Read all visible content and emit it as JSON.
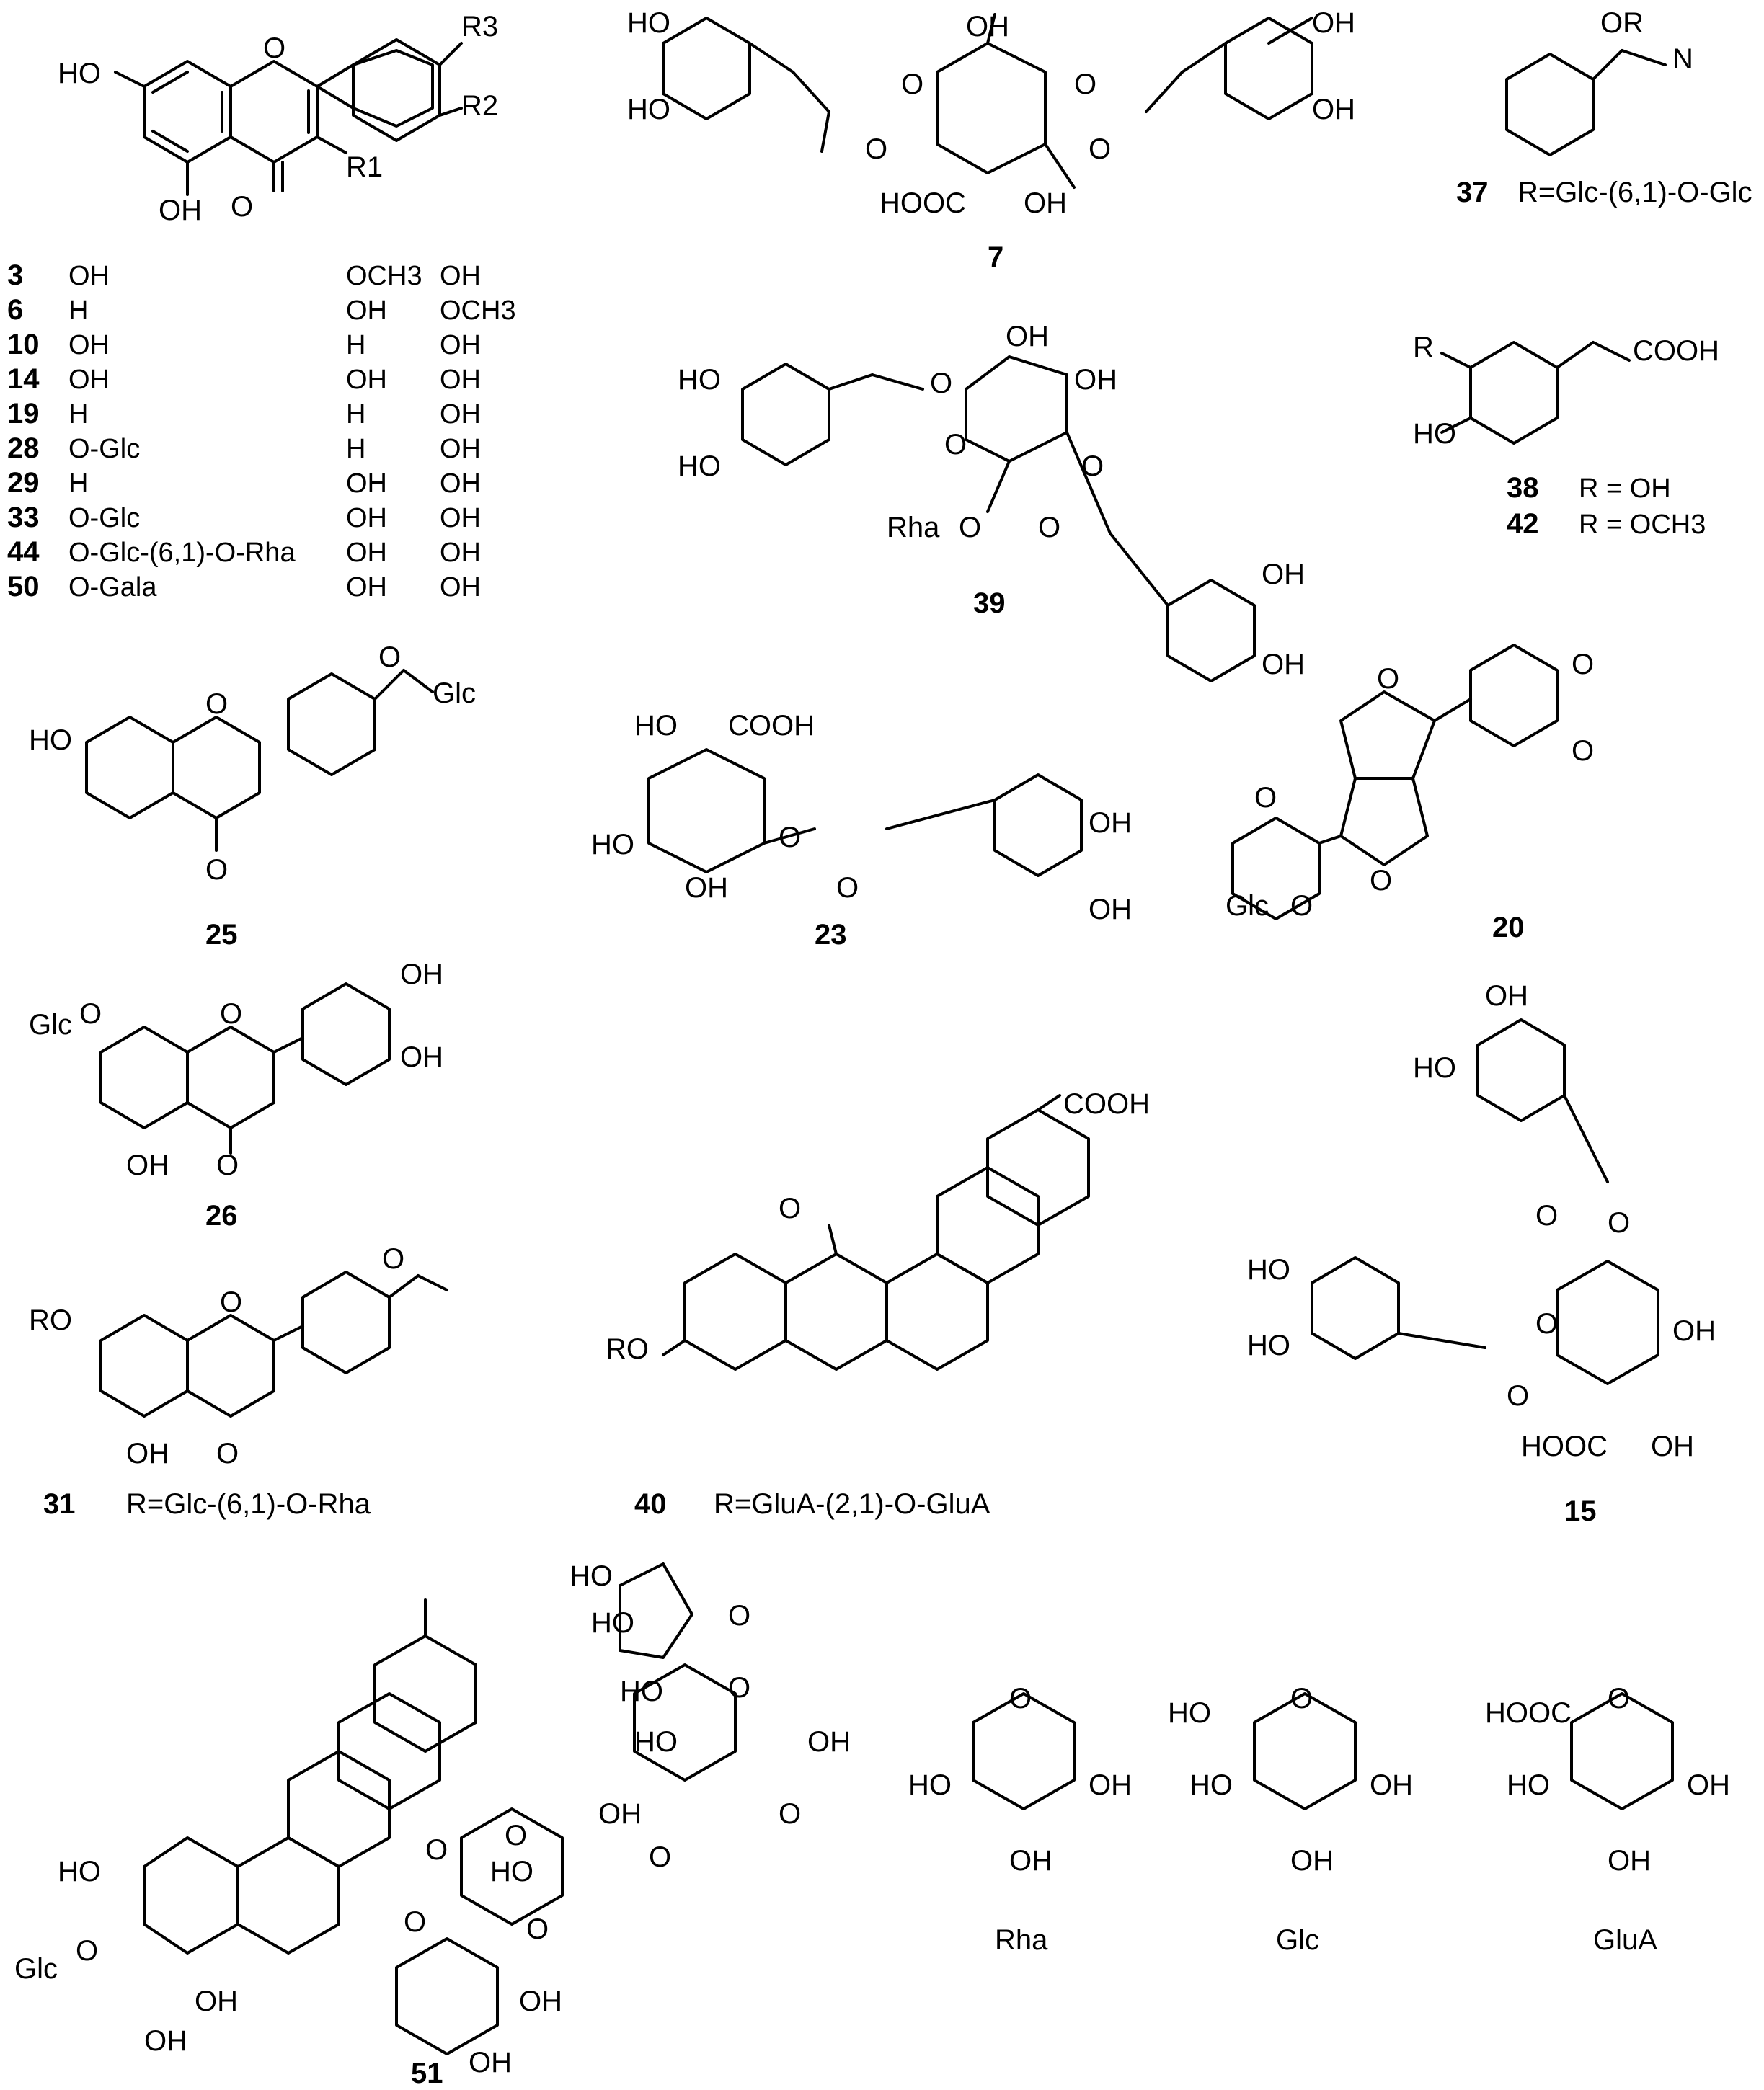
{
  "figure": {
    "compounds": {
      "c3_6_flavonol": {
        "r_labels": [
          "R3",
          "R2",
          "R1"
        ],
        "atoms": [
          "HO",
          "O",
          "OH",
          "O"
        ]
      },
      "c7": {
        "id": "7",
        "atoms": [
          "HO",
          "HO",
          "OH",
          "O",
          "O",
          "O",
          "O",
          "OH",
          "OH",
          "HOOC",
          "OH"
        ]
      },
      "c37": {
        "id": "37",
        "caption": "R=Glc-(6,1)-O-Glc",
        "atoms": [
          "OR",
          "N"
        ]
      },
      "c39": {
        "id": "39",
        "atoms": [
          "HO",
          "HO",
          "O",
          "OH",
          "OH",
          "O",
          "O",
          "Rha",
          "O",
          "O",
          "OH",
          "OH"
        ]
      },
      "c38_42": {
        "atoms": [
          "R",
          "COOH",
          "HO"
        ],
        "rows": [
          {
            "id": "38",
            "text": "R = OH"
          },
          {
            "id": "42",
            "text": "R = OCH3"
          }
        ]
      },
      "c25": {
        "id": "25",
        "atoms": [
          "HO",
          "O",
          "O",
          "Glc",
          "O"
        ]
      },
      "c23": {
        "id": "23",
        "atoms": [
          "HO",
          "COOH",
          "HO",
          "OH",
          "O",
          "O",
          "OH",
          "OH"
        ]
      },
      "c20": {
        "id": "20",
        "atoms": [
          "O",
          "O",
          "O",
          "O",
          "O",
          "Glc",
          "O"
        ]
      },
      "c26": {
        "id": "26",
        "atoms": [
          "Glc",
          "O",
          "O",
          "OH",
          "OH",
          "OH",
          "O"
        ]
      },
      "c31": {
        "id": "31",
        "caption": "R=Glc-(6,1)-O-Rha",
        "atoms": [
          "RO",
          "O",
          "O",
          "OH",
          "O"
        ]
      },
      "c40": {
        "id": "40",
        "caption": "R=GluA-(2,1)-O-GluA",
        "atoms": [
          "COOH",
          "O",
          "RO"
        ]
      },
      "c15": {
        "id": "15",
        "atoms": [
          "OH",
          "HO",
          "HO",
          "HO",
          "O",
          "O",
          "O",
          "O",
          "OH",
          "HOOC",
          "OH"
        ]
      },
      "c51": {
        "id": "51",
        "atoms": [
          "HO",
          "HO",
          "O",
          "HO",
          "O",
          "HO",
          "OH",
          "OH",
          "O",
          "HO",
          "O",
          "O",
          "HO",
          "Glc",
          "O",
          "OH",
          "OH",
          "O",
          "O",
          "O",
          "OH",
          "OH"
        ]
      }
    },
    "flavonol_table": {
      "rows": [
        {
          "id": "3",
          "r1": "OH",
          "r2": "OCH3",
          "r3": "OH"
        },
        {
          "id": "6",
          "r1": "H",
          "r2": "OH",
          "r3": "OCH3"
        },
        {
          "id": "10",
          "r1": "OH",
          "r2": "H",
          "r3": "OH"
        },
        {
          "id": "14",
          "r1": "OH",
          "r2": "OH",
          "r3": "OH"
        },
        {
          "id": "19",
          "r1": "H",
          "r2": "H",
          "r3": "OH"
        },
        {
          "id": "28",
          "r1": "O-Glc",
          "r2": "H",
          "r3": "OH"
        },
        {
          "id": "29",
          "r1": "H",
          "r2": "OH",
          "r3": "OH"
        },
        {
          "id": "33",
          "r1": "O-Glc",
          "r2": "OH",
          "r3": "OH"
        },
        {
          "id": "44",
          "r1": "O-Glc-(6,1)-O-Rha",
          "r2": "OH",
          "r3": "OH"
        },
        {
          "id": "50",
          "r1": "O-Gala",
          "r2": "OH",
          "r3": "OH"
        }
      ]
    },
    "sugars": [
      {
        "name": "Rha",
        "atoms": [
          "O",
          "HO",
          "OH",
          "OH"
        ]
      },
      {
        "name": "Glc",
        "atoms": [
          "HO",
          "O",
          "HO",
          "OH",
          "OH"
        ]
      },
      {
        "name": "GluA",
        "atoms": [
          "HOOC",
          "O",
          "HO",
          "OH",
          "OH"
        ]
      }
    ]
  }
}
